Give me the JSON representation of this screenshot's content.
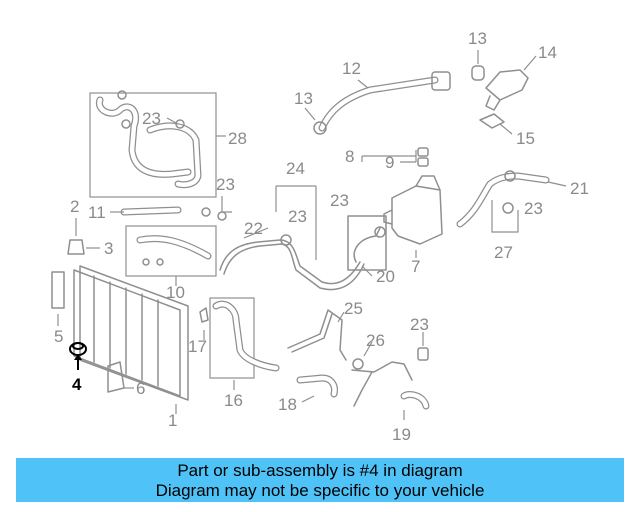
{
  "diagram": {
    "labels": {
      "l1": "1",
      "l2": "2",
      "l3": "3",
      "l4": "4",
      "l5": "5",
      "l6": "6",
      "l7": "7",
      "l8": "8",
      "l9": "9",
      "l10": "10",
      "l11": "11",
      "l12": "12",
      "l13a": "13",
      "l13b": "13",
      "l14": "14",
      "l15": "15",
      "l16": "16",
      "l17": "17",
      "l18": "18",
      "l19": "19",
      "l20": "20",
      "l21": "21",
      "l22": "22",
      "l23a": "23",
      "l23b": "23",
      "l23c": "23",
      "l23d": "23",
      "l23e": "23",
      "l23f": "23",
      "l24": "24",
      "l25": "25",
      "l26": "26",
      "l27": "27",
      "l28": "28"
    },
    "highlighted_part": "4",
    "highlight_color": "#000000",
    "line_color": "#8f8f8f"
  },
  "banner": {
    "line1": "Part or sub-assembly is #4 in diagram",
    "line2": "Diagram may not be specific to your vehicle",
    "color": "#4fc3f7"
  }
}
